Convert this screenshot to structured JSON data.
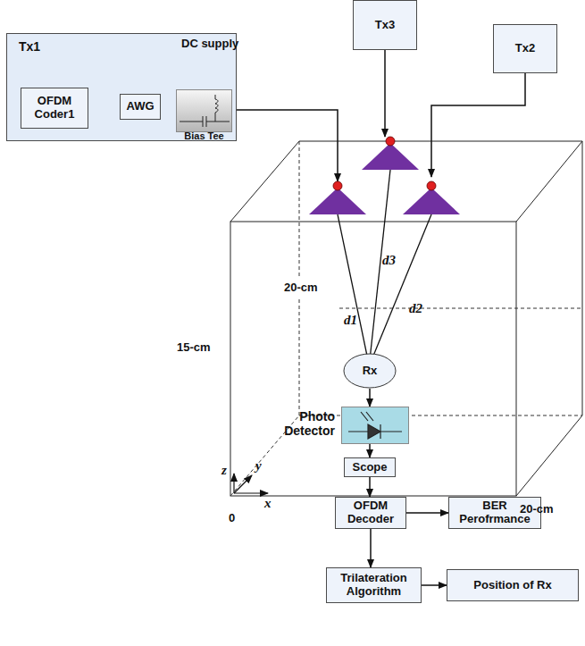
{
  "diagram": {
    "nodes": [
      {
        "text": [
          "Tx1"
        ]
      },
      {
        "text": [
          "OFDM Coder1"
        ],
        "in": 0
      },
      {
        "text": [
          "AWG"
        ],
        "in": 0
      },
      {
        "text": [
          "Bias Tee"
        ],
        "in": 0
      },
      {
        "text": [
          "Tx3"
        ]
      },
      {
        "text": [
          "Tx2"
        ]
      },
      {
        "text": [
          "Rx"
        ]
      },
      {
        "text": [
          "Photo Detector"
        ]
      },
      {
        "text": [
          "Scope"
        ]
      },
      {
        "text": [
          "OFDM Decoder"
        ]
      },
      {
        "text": [
          "BER Perofrmance"
        ]
      },
      {
        "text": [
          "Trilateration Algorithm"
        ]
      },
      {
        "text": [
          "Position of Rx"
        ]
      }
    ],
    "edges": [
      {
        "from": 1,
        "to": 2,
        "arrow": "to"
      },
      {
        "from": 2,
        "to": 3,
        "arrow": "to"
      },
      {
        "from": 6,
        "to": 7,
        "arrow": "to"
      },
      {
        "from": 7,
        "to": 8,
        "arrow": "to"
      },
      {
        "from": 8,
        "to": 9,
        "arrow": "to"
      },
      {
        "from": 9,
        "to": 10,
        "arrow": "to"
      },
      {
        "from": 9,
        "to": 11,
        "arrow": "to"
      },
      {
        "from": 11,
        "to": 12,
        "arrow": "to"
      }
    ],
    "labels": [
      "DC supply",
      "20-cm",
      "15-cm",
      "20-cm",
      "d3",
      "d2",
      "d1",
      "z",
      "y",
      "x",
      "0"
    ]
  }
}
